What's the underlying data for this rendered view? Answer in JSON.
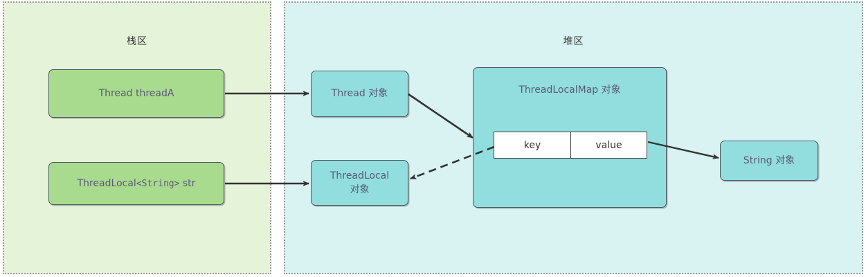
{
  "diagram": {
    "title_stack": "栈区",
    "title_heap": "堆区",
    "colors": {
      "stack_bg": "#e5f3d8",
      "heap_bg": "#d9f2f2",
      "stack_node": "#a9db8f",
      "heap_node": "#92dede",
      "node_border": "#4a5a5e",
      "region_border": "#9a9a9a",
      "arrow": "#333333",
      "node_text": "#5a5a77",
      "table_text": "#333333"
    }
  },
  "stack": {
    "nodes": [
      {
        "id": "thread-thread-a",
        "label": "Thread threadA"
      },
      {
        "id": "threadlocal-str",
        "label_pre": "ThreadLocal",
        "label_mono": "<String>",
        "label_post": " str"
      }
    ]
  },
  "heap": {
    "nodes": [
      {
        "id": "thread-object",
        "label": "Thread 对象"
      },
      {
        "id": "threadlocal-object",
        "line1": "ThreadLocal",
        "line2": "对象"
      },
      {
        "id": "threadlocalmap-object",
        "label": "ThreadLocalMap 对象"
      },
      {
        "id": "string-object",
        "label": "String 对象"
      }
    ],
    "entry_table": {
      "cells": [
        "key",
        "value"
      ]
    }
  },
  "arrows": [
    {
      "id": "threadA-to-thread-object",
      "style": "solid",
      "from": "Thread threadA",
      "to": "Thread 对象"
    },
    {
      "id": "str-to-threadlocal-object",
      "style": "solid",
      "from": "ThreadLocal<String> str",
      "to": "ThreadLocal 对象"
    },
    {
      "id": "thread-object-to-entry",
      "style": "solid",
      "from": "Thread 对象",
      "to": "ThreadLocalMap 对象"
    },
    {
      "id": "key-to-threadlocal-object",
      "style": "dashed",
      "from": "key",
      "to": "ThreadLocal 对象"
    },
    {
      "id": "value-to-string-object",
      "style": "solid",
      "from": "value",
      "to": "String 对象"
    }
  ]
}
